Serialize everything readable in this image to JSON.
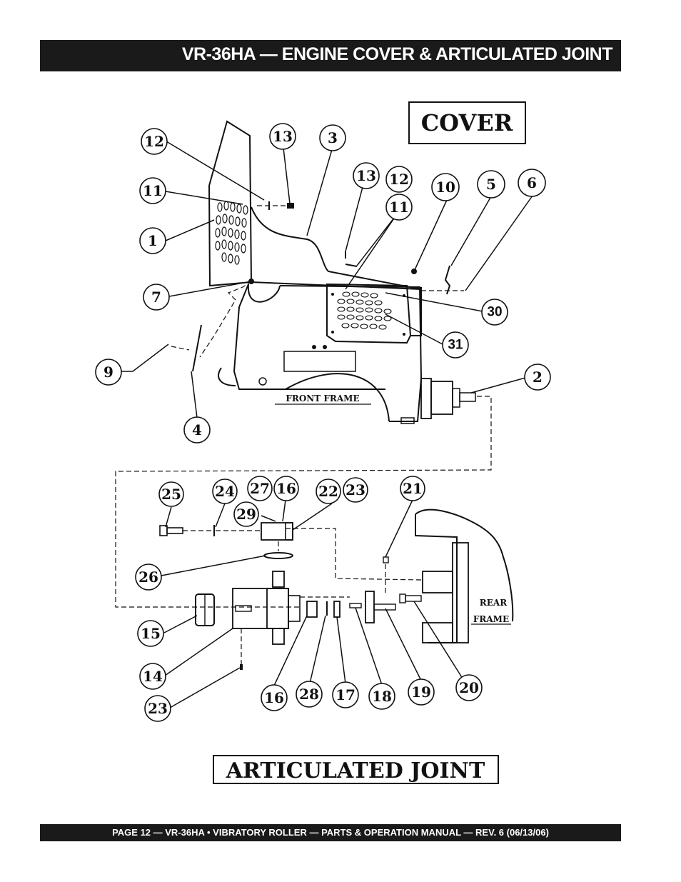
{
  "header": {
    "title": "VR-36HA — ENGINE COVER & ARTICULATED JOINT"
  },
  "footer": {
    "text": "PAGE 12 — VR-36HA • VIBRATORY ROLLER — PARTS & OPERATION MANUAL — REV. 6 (06/13/06)"
  },
  "diagram": {
    "cover_label": "COVER",
    "articulated_label": "ARTICULATED JOINT",
    "front_frame_label": "FRONT FRAME",
    "rear_label": "REAR",
    "frame_label": "FRAME",
    "callouts": {
      "c12a": "12",
      "c13a": "13",
      "c3": "3",
      "c11a": "11",
      "c1": "1",
      "c7": "7",
      "c9": "9",
      "c4": "4",
      "c13b": "13",
      "c12b": "12",
      "c11b": "11",
      "c10": "10",
      "c5": "5",
      "c6": "6",
      "c30": "30",
      "c31": "31",
      "c2": "2",
      "c25": "25",
      "c24": "24",
      "c27": "27",
      "c16a": "16",
      "c22": "22",
      "c23a": "23",
      "c29": "29",
      "c21": "21",
      "c26": "26",
      "c15": "15",
      "c14": "14",
      "c23b": "23",
      "c16b": "16",
      "c28": "28",
      "c17": "17",
      "c18": "18",
      "c19": "19",
      "c20": "20"
    }
  }
}
